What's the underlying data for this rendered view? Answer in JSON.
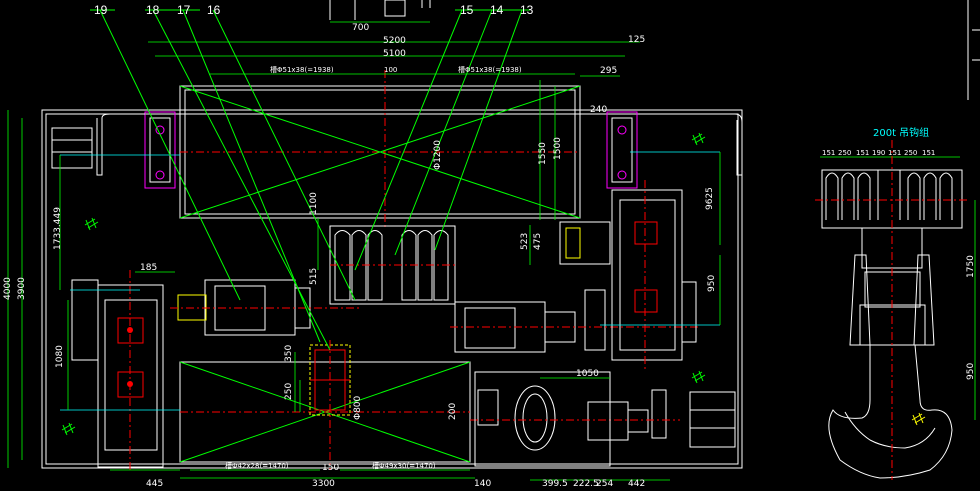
{
  "callouts": {
    "c19": "19",
    "c18": "18",
    "c17": "17",
    "c16": "16",
    "c15": "15",
    "c14": "14",
    "c13": "13"
  },
  "dims": {
    "d700": "700",
    "d5200": "5200",
    "d125": "125",
    "d5100": "5100",
    "d295": "295",
    "d100top": "100",
    "drumLeft": "槽Φ51x38(=1938)",
    "drumRight": "槽Φ51x38(=1938)",
    "d240": "240",
    "d1550": "1550",
    "d1500": "1500",
    "d1200": "Φ1200",
    "d1100": "1100",
    "d515": "515",
    "d9625": "9625",
    "d1733": "1733.449",
    "d4000": "4000",
    "d3900": "3900",
    "d185": "185",
    "d1080": "1080",
    "d523": "523",
    "d475": "475",
    "d950": "950",
    "d1050": "1050",
    "d350": "350",
    "d250": "250",
    "d800": "Φ800",
    "d200": "200",
    "d150": "150",
    "botLeft": "槽Φ42x28(=1470)",
    "botRight": "槽Φ49x30(=1470)",
    "d445": "445",
    "d3300": "3300",
    "d140": "140",
    "d3995": "399.5",
    "d2225": "222.5",
    "d254": "254",
    "d442": "442",
    "d1750": "1750",
    "d950b": "950",
    "hookTitle": "200t 吊钩组",
    "hook151a": "151",
    "hook250a": "250",
    "hook151b": "151",
    "hook190": "190",
    "hook151c": "151",
    "hook250b": "250",
    "hook151d": "151"
  }
}
